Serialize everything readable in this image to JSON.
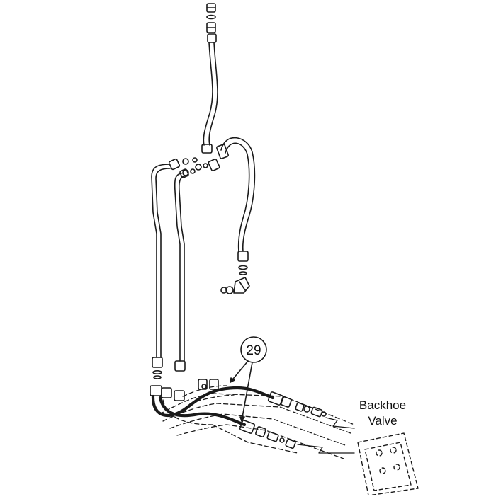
{
  "diagram": {
    "callout": {
      "number": "29"
    },
    "valve_label": {
      "line1": "Backhoe",
      "line2": "Valve"
    },
    "colors": {
      "line": "#1a1a1a",
      "background": "#ffffff"
    }
  }
}
